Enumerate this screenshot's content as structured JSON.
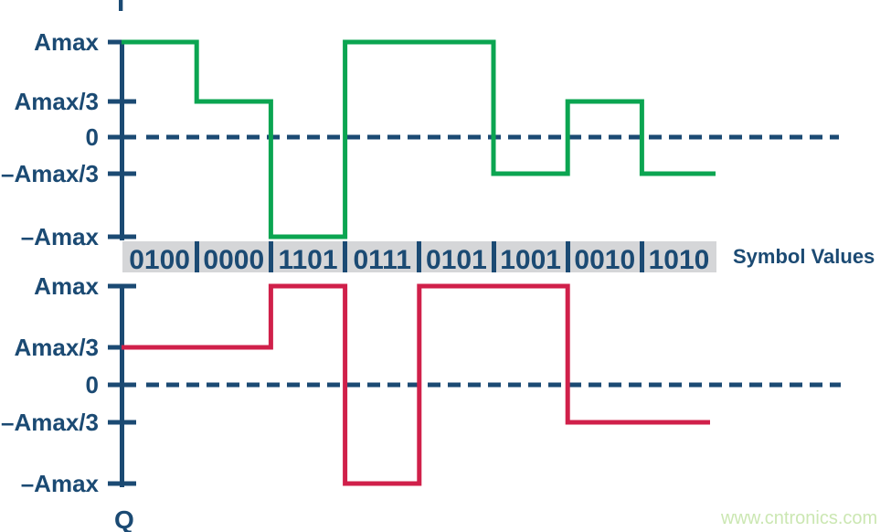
{
  "watermark": "www.cntronics.com",
  "symbol_band": {
    "label": "Symbol Values",
    "values": [
      "0100",
      "0000",
      "1101",
      "0111",
      "0101",
      "1001",
      "0010",
      "1010"
    ]
  },
  "axes": {
    "tick_labels_display": [
      "Amax",
      "Amax/3",
      "0",
      "–Amax/3",
      "–Amax"
    ],
    "tick_keys": [
      "Amax",
      "Amax/3",
      "0",
      "-Amax/3",
      "-Amax"
    ]
  },
  "channels": {
    "i": {
      "label": "I",
      "color": "#0ba551",
      "per_symbol_levels": [
        "Amax",
        "Amax/3",
        "-Amax",
        "Amax",
        "Amax",
        "-Amax/3",
        "Amax/3",
        "-Amax/3"
      ]
    },
    "q": {
      "label": "Q",
      "color": "#d0204a",
      "per_symbol_levels": [
        "Amax/3",
        "Amax/3",
        "Amax",
        "-Amax",
        "Amax",
        "Amax",
        "-Amax/3",
        "-Amax/3"
      ]
    }
  },
  "colors": {
    "navy": "#1b4a73",
    "green": "#0ba551",
    "crimson": "#d0204a",
    "band_gray": "#d5d6d8",
    "watermark_green": "#cbe7b2"
  },
  "chart_data": {
    "type": "line",
    "subtype": "step-waveform (16-QAM I/Q baseband symbols)",
    "categories": [
      "0100",
      "0000",
      "1101",
      "0111",
      "0101",
      "1001",
      "0010",
      "1010"
    ],
    "series": [
      {
        "name": "I",
        "values_in_Amax_units": [
          1,
          0.333,
          -1,
          1,
          1,
          -0.333,
          0.333,
          -0.333
        ],
        "levels": [
          "Amax",
          "Amax/3",
          "-Amax",
          "Amax",
          "Amax",
          "-Amax/3",
          "Amax/3",
          "-Amax/3"
        ],
        "color": "#0ba551"
      },
      {
        "name": "Q",
        "values_in_Amax_units": [
          0.333,
          0.333,
          1,
          -1,
          1,
          1,
          -0.333,
          -0.333
        ],
        "levels": [
          "Amax/3",
          "Amax/3",
          "Amax",
          "-Amax",
          "Amax",
          "Amax",
          "-Amax/3",
          "-Amax/3"
        ],
        "color": "#d0204a"
      }
    ],
    "ylabel_ticks": [
      "Amax",
      "Amax/3",
      "0",
      "-Amax/3",
      "-Amax"
    ],
    "ylim": [
      -1,
      1
    ],
    "zero_line": "dashed",
    "grid": false,
    "legend_position": "none",
    "annotations": [
      "Symbol Values"
    ]
  }
}
